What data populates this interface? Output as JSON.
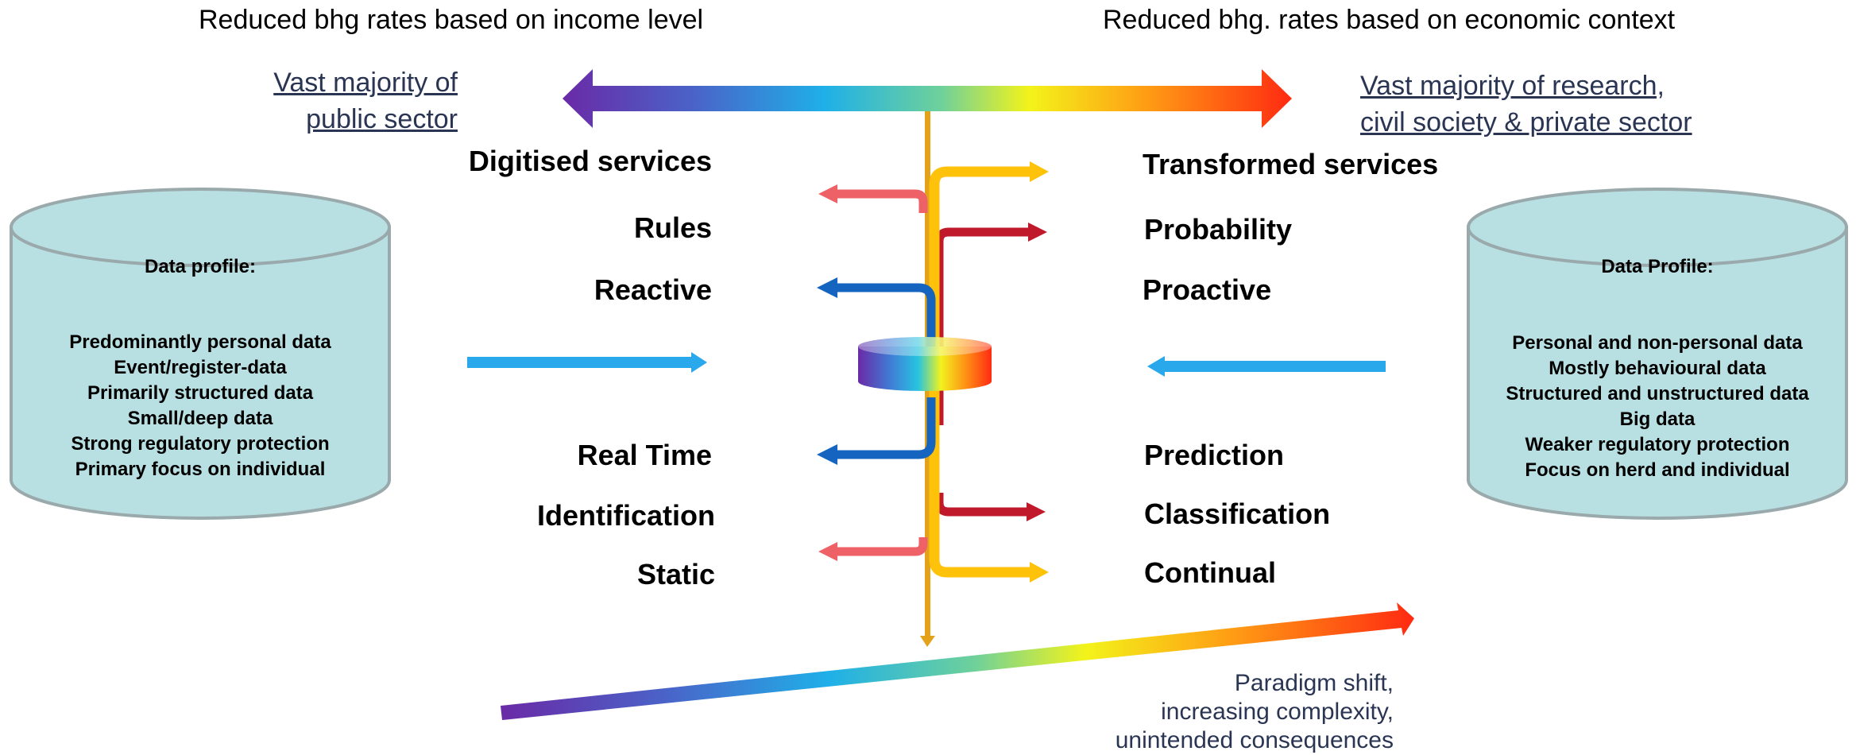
{
  "headers": {
    "left": "Reduced bhg rates based on income level",
    "right": "Reduced bhg. rates based on economic context"
  },
  "sectors": {
    "left_line1": "Vast majority of",
    "left_line2": "public sector",
    "right_line1": "Vast majority of research,",
    "right_line2": "civil society & private sector"
  },
  "left_labels": {
    "digitised": "Digitised services",
    "rules": "Rules",
    "reactive": "Reactive",
    "realtime": "Real Time",
    "identification": "Identification",
    "static": "Static"
  },
  "right_labels": {
    "transformed": "Transformed services",
    "probability": "Probability",
    "proactive": "Proactive",
    "prediction": "Prediction",
    "classification": "Classification",
    "continual": "Continual"
  },
  "left_profile": {
    "title": "Data profile:",
    "items": [
      "Predominantly personal data",
      "Event/register-data",
      "Primarily structured data",
      "Small/deep data",
      "Strong regulatory protection",
      "Primary focus on individual"
    ]
  },
  "right_profile": {
    "title": "Data Profile:",
    "items": [
      "Personal and non-personal data",
      "Mostly behavioural data",
      "Structured and unstructured data",
      "Big data",
      "Weaker regulatory protection",
      "Focus on herd and individual"
    ]
  },
  "paradigm": {
    "line1": "Paradigm shift,",
    "line2": "increasing complexity,",
    "line3": "unintended consequences"
  },
  "colors": {
    "cylinder_fill": "#b8dfe2",
    "cylinder_stroke": "#9aa9ab",
    "light_blue": "#2aa8ec",
    "salmon": "#ee6166",
    "dark_red": "#c0192c",
    "blue": "#1565c0",
    "yellow": "#ffc20a",
    "vertical": "#e3a21a"
  }
}
